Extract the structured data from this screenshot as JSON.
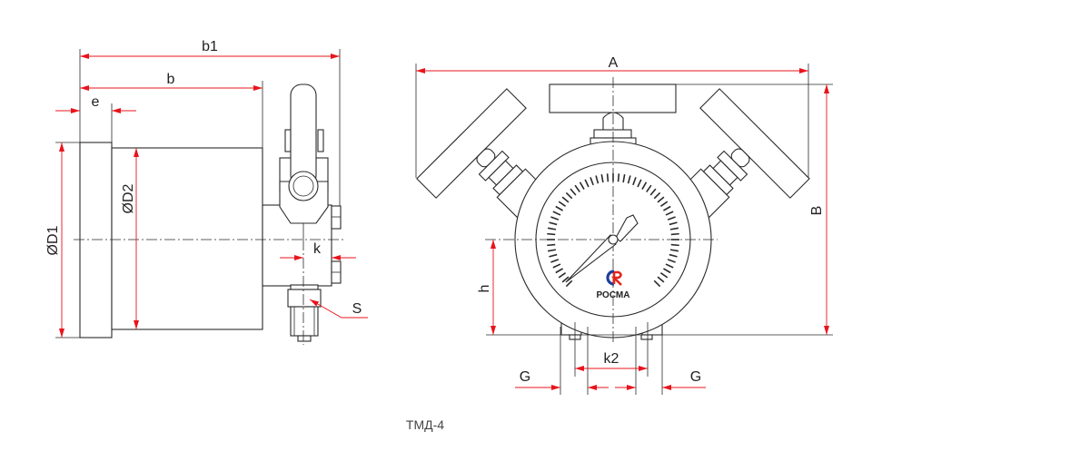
{
  "colors": {
    "dimension": "#e8141c",
    "outline": "#2a2a2a",
    "logo_blue": "#1e3f9a",
    "logo_red": "#e1251b"
  },
  "side_view": {
    "dimensions": {
      "b1": "b1",
      "b": "b",
      "e": "e",
      "d1": "ØD1",
      "d2": "ØD2",
      "k": "k",
      "s": "S"
    }
  },
  "front_view": {
    "dimensions": {
      "a": "A",
      "b_height": "B",
      "h": "h",
      "k2": "k2",
      "g_left": "G",
      "g_right": "G"
    },
    "gauge": {
      "brand": "РОСМА",
      "tick_count": 55
    }
  },
  "caption": "ТМД-4"
}
